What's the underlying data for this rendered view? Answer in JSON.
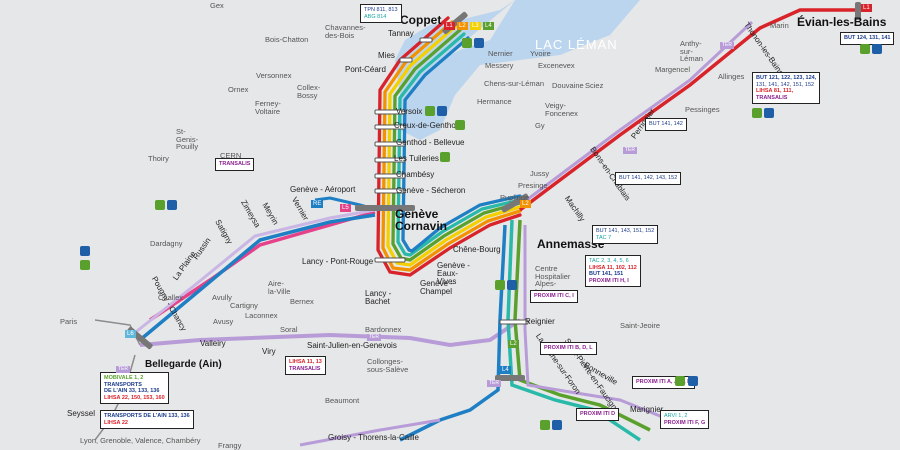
{
  "lake": {
    "label": "LAC LÉMAN",
    "color": "#bcd5ee"
  },
  "colors": {
    "red": "#d8232a",
    "orange": "#f39200",
    "yellow": "#f5d000",
    "green": "#5aa02c",
    "teal": "#28b9a8",
    "blue": "#1e7fc4",
    "pink": "#e6428a",
    "purple": "#9b6fc0",
    "lightpurple": "#b79cd8",
    "gray": "#8c8c8c",
    "background": "#e6e7e8"
  },
  "major_stations": {
    "coppet": "Coppet",
    "geneve": "Genève Cornavin",
    "annemasse": "Annemasse",
    "evian": "Évian-les-Bains",
    "bellegarde": "Bellegarde (Ain)"
  },
  "stations": {
    "tannay": "Tannay",
    "mies": "Mies",
    "pont_ceard": "Pont-Céard",
    "versoix": "Versoix",
    "creux": "Creux-de-Genthod",
    "genthod": "Genthod - Bellevue",
    "tuileries": "Les Tuileries",
    "chambesy": "Chambésy",
    "secheron": "Genève - Sécheron",
    "aeroport": "Genève - Aéroport",
    "vernier": "Vernier",
    "meyrin": "Meyrin",
    "zimeysa": "Zimeysa",
    "satigny": "Satigny",
    "russin": "Russin",
    "plaine": "La Plaine",
    "pougny": "Pougny - Chancy",
    "chene_bourg": "Chêne-Bourg",
    "eaux_vives": "Genève - Eaux-Vives",
    "champel": "Genève - Champel",
    "lancy_pont_rouge": "Lancy - Pont-Rouge",
    "lancy_bachet": "Lancy - Bachet",
    "machilly": "Machilly",
    "bons": "Bons-en-Chablais",
    "perrignier": "Perrignier",
    "thonon": "Thonon-les-Bains",
    "reignier": "Reignier",
    "la_roche": "La Roche-sur-Foron",
    "st_pierre": "Saint-Pierre-en-Faucigny",
    "bonneville": "Bonneville",
    "marignier": "Marignier",
    "valleiry": "Valleiry",
    "st_julien": "Saint-Julien-en-Genevois",
    "vieu": "Viry",
    "seyssel": "Seyssel",
    "paris": "Paris",
    "lyon": "Lyon, Grenoble, Valence, Chambéry",
    "groisy": "Groisy - Thorens-la-Caille"
  },
  "towns": [
    "Gex",
    "Chavannes-des-Bois",
    "Bois-Chatton",
    "Versonnex",
    "Ornex",
    "Collex-Bossy",
    "Ferney-Voltaire",
    "St-Genis-Pouilly",
    "CERN",
    "Thoiry",
    "Dardagny",
    "Challex",
    "Avully",
    "Cartigny",
    "Aire-la-Ville",
    "Bernex",
    "Laconnex",
    "Avusy",
    "Soral",
    "Bardonnex",
    "Collonges-sous-Salève",
    "Beaumont",
    "Frangy",
    "Marin",
    "Anthy-sur-Léman",
    "Margencel",
    "Allinges",
    "Messery",
    "Nernier",
    "Chens-sur-Léman",
    "Excenevex",
    "Yvoire",
    "Sciez",
    "Douvaine",
    "Hermance",
    "Veigy-Foncenex",
    "Gy",
    "Jussy",
    "Presinge",
    "Puplinge",
    "Centre Hospitalier Alpes-Léman",
    "Saint-Jeoire",
    "Pessinges"
  ],
  "infoboxes": {
    "coppet_bus": {
      "l1": "TPN 811, 813",
      "l2": "ABG 814"
    },
    "evian_bus": {
      "l1": "BUT 124, 131, 141"
    },
    "thonon_bus": {
      "l1": "BUT 121, 122, 123, 124,",
      "l2": "131, 141, 142, 151, 152",
      "l3": "LIHSA 81, 111,",
      "l4": "TRANSALIS"
    },
    "perrignier_bus": {
      "l1": "BUT 141, 142"
    },
    "bons_bus": {
      "l1": "BUT 141, 142, 143, 152"
    },
    "machilly_bus": {
      "l1": "BUT 141, 143, 151, 152",
      "l2": "TAC 7"
    },
    "annemasse_bus": {
      "l1": "TAC 2, 3, 4, 5, 6",
      "l2": "LIHSA 11, 102, 112",
      "l3": "BUT 141, 151",
      "l4": "PROXIM ITI H, I"
    },
    "reignier_bus": {
      "l1": "PROXIM ITI C, I"
    },
    "laroche_bus": {
      "l1": "PROXIM ITI B, D, L"
    },
    "bonneville_bus": {
      "l1": "PROXIM ITI A, J, K, F"
    },
    "stpierre_bus": {
      "l1": "PROXIM ITI D"
    },
    "marignier_bus": {
      "l1": "ARVI 1, 2",
      "l2": "PROXIM ITI F, G"
    },
    "bellegarde_bus": {
      "l1": "MOBIVALE 1, 2",
      "l2": "TRANSPORTS",
      "l3": "DE L'AIN 33, 133, 136",
      "l4": "LIHSA 22, 150, 153, 160"
    },
    "seyssel_bus": {
      "l1": "TRANSPORTS DE L'AIN 133, 136",
      "l2": "LIHSA 22"
    },
    "transalis1": {
      "l1": "TRANSALIS"
    },
    "stjulien_bus": {
      "l1": "LIHSA 11, 13",
      "l2": "TRANSALIS"
    }
  },
  "line_badges": {
    "L1": "L1",
    "L2": "L2",
    "L3": "L3",
    "L4": "L4",
    "L5": "L5",
    "L6": "L6",
    "RE": "RE",
    "TER": "TER"
  }
}
